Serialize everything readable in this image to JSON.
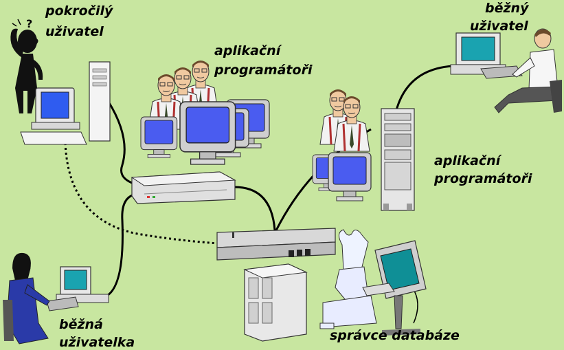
{
  "labels": {
    "advanced_user": [
      "pokročilý",
      "uživatel"
    ],
    "app_programmers_left": [
      "aplikační",
      "programátoři"
    ],
    "ordinary_user": [
      "běžný",
      "uživatel"
    ],
    "app_programmers_right": [
      "aplikační",
      "programátoři"
    ],
    "ordinary_user_female": [
      "běžná",
      "uživatelka"
    ],
    "db_admin": "správce databáze"
  },
  "icons": {
    "thinking_marks": "?"
  },
  "colors": {
    "background": "#c8e6a0",
    "screen": "#4a5cf0",
    "monitor_frame": "#cfcfcf",
    "shirt": "#f2f2f2",
    "tie": "#b03030",
    "cable": "#000000"
  }
}
